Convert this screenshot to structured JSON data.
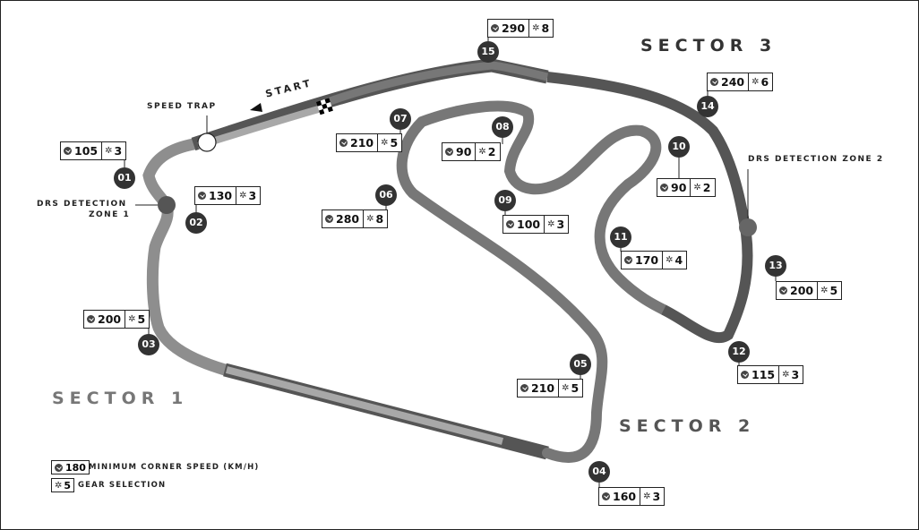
{
  "labels": {
    "speed_trap": "SPEED TRAP",
    "start": "START",
    "drs1_line1": "DRS DETECTION",
    "drs1_line2": "ZONE 1",
    "drs2": "DRS DETECTION ZONE 2"
  },
  "sectors": {
    "s1": "SECTOR 1",
    "s2": "SECTOR 2",
    "s3": "SECTOR 3"
  },
  "corners": [
    {
      "num": "01",
      "speed": "105",
      "gear": "3"
    },
    {
      "num": "02",
      "speed": "130",
      "gear": "3"
    },
    {
      "num": "03",
      "speed": "200",
      "gear": "5"
    },
    {
      "num": "04",
      "speed": "160",
      "gear": "3"
    },
    {
      "num": "05",
      "speed": "210",
      "gear": "5"
    },
    {
      "num": "06",
      "speed": "280",
      "gear": "8"
    },
    {
      "num": "07",
      "speed": "210",
      "gear": "5"
    },
    {
      "num": "08",
      "speed": "90",
      "gear": "2"
    },
    {
      "num": "09",
      "speed": "100",
      "gear": "3"
    },
    {
      "num": "10",
      "speed": "90",
      "gear": "2"
    },
    {
      "num": "11",
      "speed": "170",
      "gear": "4"
    },
    {
      "num": "12",
      "speed": "115",
      "gear": "3"
    },
    {
      "num": "13",
      "speed": "200",
      "gear": "5"
    },
    {
      "num": "14",
      "speed": "240",
      "gear": "6"
    },
    {
      "num": "15",
      "speed": "290",
      "gear": "8"
    }
  ],
  "legend": {
    "speed_value": "180",
    "speed_text": "MINIMUM CORNER SPEED (KM/H)",
    "gear_value": "5",
    "gear_text": "GEAR SELECTION"
  },
  "colors": {
    "sector1": "#8e8e8e",
    "sector2": "#777777",
    "sector3": "#555555",
    "drs_zone": "#a8a8a8",
    "badge": "#333333"
  }
}
